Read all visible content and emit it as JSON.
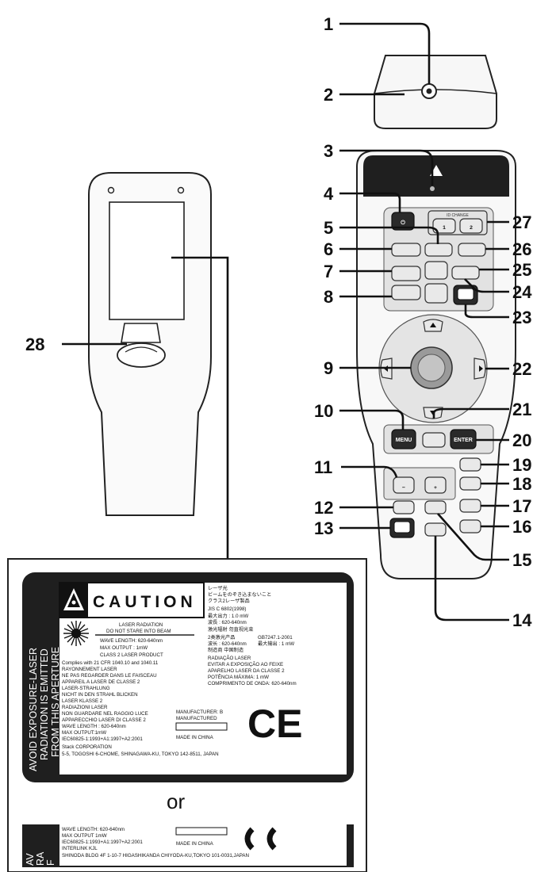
{
  "callouts": {
    "c1": "1",
    "c2": "2",
    "c3": "3",
    "c4": "4",
    "c5": "5",
    "c6": "6",
    "c7": "7",
    "c8": "8",
    "c9": "9",
    "c10": "10",
    "c11": "11",
    "c12": "12",
    "c13": "13",
    "c14": "14",
    "c15": "15",
    "c16": "16",
    "c17": "17",
    "c18": "18",
    "c19": "19",
    "c20": "20",
    "c21": "21",
    "c22": "22",
    "c23": "23",
    "c24": "24",
    "c25": "25",
    "c26": "26",
    "c27": "27",
    "c28": "28"
  },
  "remote": {
    "id_buttons": [
      "1",
      "2"
    ],
    "menu": "MENU",
    "enter": "ENTER",
    "plus": "+",
    "minus": "−"
  },
  "label1": {
    "caution": "CAUTION",
    "side_warning": [
      "AVOID EXPOSURE-LASER",
      "RADIATION IS EMITTED",
      "FROM THIS APERTURE"
    ],
    "english": [
      "LASER RADIATION",
      "DO NOT STARE INTO BEAM",
      "WAVE LENGTH: 620-640nm",
      "MAX OUTPUT : 1mW",
      "CLASS 2 LASER PRODUCT"
    ],
    "complies": "Complies with 21 CFR 1040.10 and 1040.11",
    "french": [
      "RAYONNEMENT LASER",
      "NE PAS REGARDER DANS LE FAISCEAU",
      "APPAREIL A LASER DE CLASSE 2"
    ],
    "german": [
      "LASER-STRAHLUNG",
      "NICHT IN DEN STRAHL BLICKEN",
      "LASER KLASSE 2"
    ],
    "italian": [
      "RADIAZIONI LASER",
      "NON GUARDARE NEL RAGGIO LUCE",
      "APPARECCHIO LASER DI CLASSE 2",
      "WAVE LENGTH : 620-640nm",
      "MAX OUTPUT:1mW",
      "IEC60825-1:1993+A1:1997+A2:2001"
    ],
    "japanese": [
      "レーザ光",
      "ビームをのぞき込まないこと",
      "クラス2レーザ製品",
      "JIS C 6802(1998)",
      "最大出力 : 1.0 mW",
      "波長 : 620-640nm"
    ],
    "chinese": [
      "激光辐射 勿直视光束",
      "2类激光产品",
      "波长 : 620-640nm",
      "最大输出 : 1 mW",
      "GB7247.1-2001",
      "制造商 中国制造"
    ],
    "portuguese": [
      "RADIAÇÃO LASER",
      "EVITAR A EXPOSIÇÃO AO FEIXE",
      "APARELHO LASER DA CLASSE 2",
      "POTÊNCIA MÁXIMA: 1 mW",
      "COMPRIMENTO DE ONDA: 620-640nm"
    ],
    "manufacturer": [
      "MANUFACTURER: B",
      "MANUFACTURED"
    ],
    "made_in": "MADE IN CHINA",
    "ce": "CE",
    "company": "Stack CORPORATION",
    "address": "5-5, TOGOSHI 6-CHOME, SHINAGAWA-KU, TOKYO 142-8511, JAPAN"
  },
  "or_text": "or",
  "label2": {
    "side_warning": [
      "AV",
      "RA",
      "F"
    ],
    "lines": [
      "WAVE LENGTH: 620-640nm",
      "MAX OUTPUT 1mW",
      "IEC60825-1:1993+A1:1997+A2:2001",
      "INTERLINK KJL"
    ],
    "made_in": "MADE IN CHINA",
    "address": "SHINODA BLDG 4F 1-10-7 HIGASHIKANDA CHIYODA-KU,TOKYO 101-0031,JAPAN"
  }
}
